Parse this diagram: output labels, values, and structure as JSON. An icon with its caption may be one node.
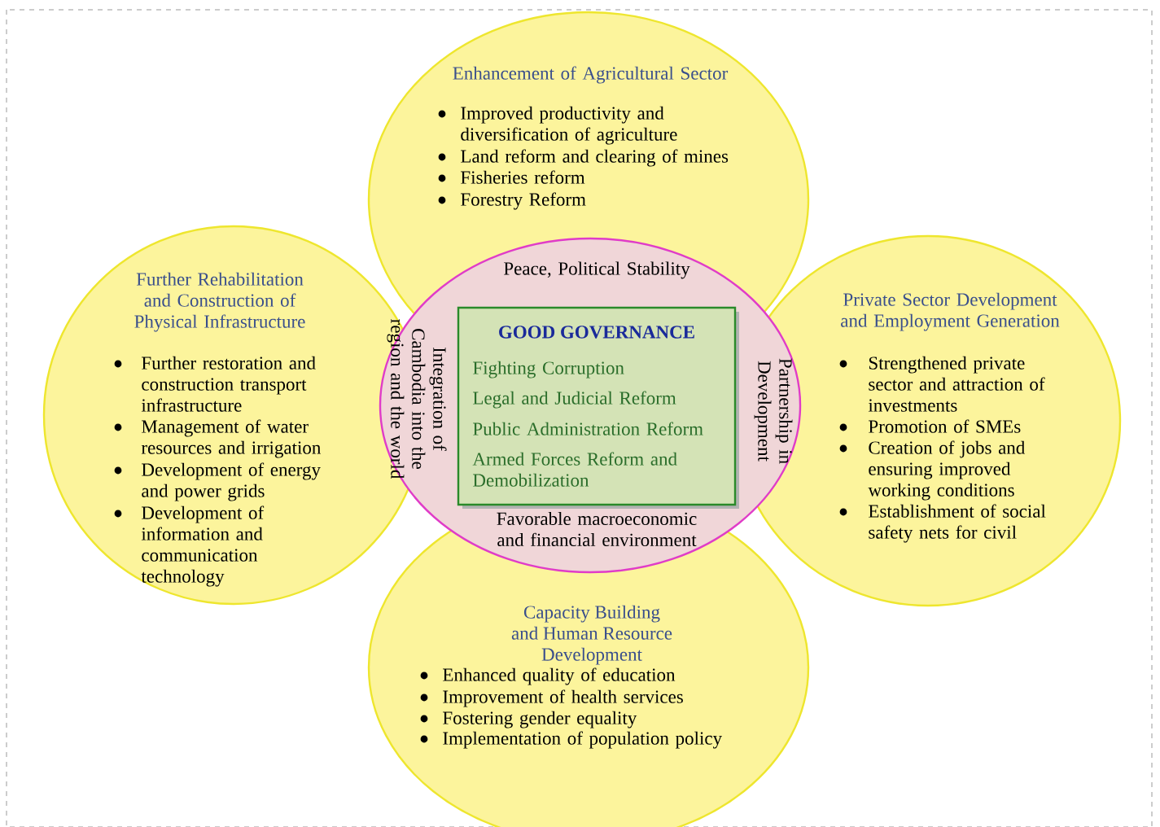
{
  "diagram": {
    "nodes": [
      {
        "text": [
          "Enhancement of Agricultural Sector",
          "Improved productivity and diversification of agriculture",
          "Land reform and clearing of mines",
          "Fisheries reform",
          "Forestry Reform"
        ]
      },
      {
        "text": [
          "Further Rehabilitation and Construction of Physical Infrastructure",
          "Further restoration and construction transport infrastructure",
          "Management of water resources and irrigation",
          "Development of energy and power grids",
          "Development of information and communication technology"
        ]
      },
      {
        "text": [
          "Peace, Political Stability",
          "Integration of Cambodia into the region and the world",
          "Partnership in Development",
          "Favorable macroeconomic and financial environment"
        ]
      },
      {
        "text": [
          "GOOD GOVERNANCE",
          "Fighting Corruption",
          "Legal and Judicial Reform",
          "Public Administration Reform",
          "Armed Forces Reform and Demobilization"
        ],
        "in": 2
      },
      {
        "text": [
          "Private Sector Development and Employment Generation",
          "Strengthened private sector and attraction of investments",
          "Promotion of SMEs",
          "Creation of jobs and ensuring improved working conditions",
          "Establishment of social safety nets for civil"
        ]
      },
      {
        "text": [
          "Capacity Building and Human Resource Development",
          "Enhanced quality of education",
          "Improvement of health services",
          "Fostering gender equality",
          "Implementation of population policy"
        ]
      }
    ]
  }
}
